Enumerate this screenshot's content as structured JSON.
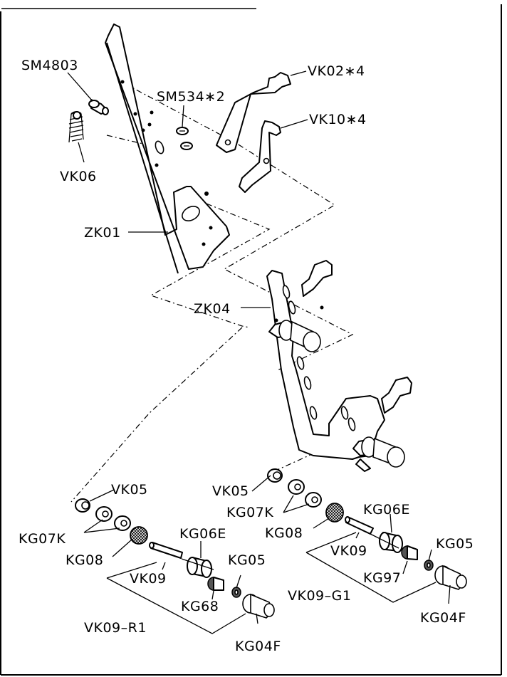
{
  "labels": {
    "sm4803": "SM4803",
    "vk06": "VK06",
    "sm534": "SM534∗2",
    "vk02": "VK02∗4",
    "vk10": "VK10∗4",
    "zk01": "ZK01",
    "zk04": "ZK04",
    "vk05_left": "VK05",
    "kg07k_left": "KG07K",
    "kg08_left": "KG08",
    "vk09_left": "VK09",
    "kg06e_left": "KG06E",
    "kg05_left": "KG05",
    "kg68": "KG68",
    "vk09_r1": "VK09–R1",
    "kg04f_left": "KG04F",
    "vk05_right": "VK05",
    "kg07k_right": "KG07K",
    "kg08_right": "KG08",
    "kg06e_right": "KG06E",
    "vk09_right": "VK09",
    "kg05_right": "KG05",
    "kg97": "KG97",
    "vk09_g1": "VK09–G1",
    "kg04f_right": "KG04F"
  }
}
